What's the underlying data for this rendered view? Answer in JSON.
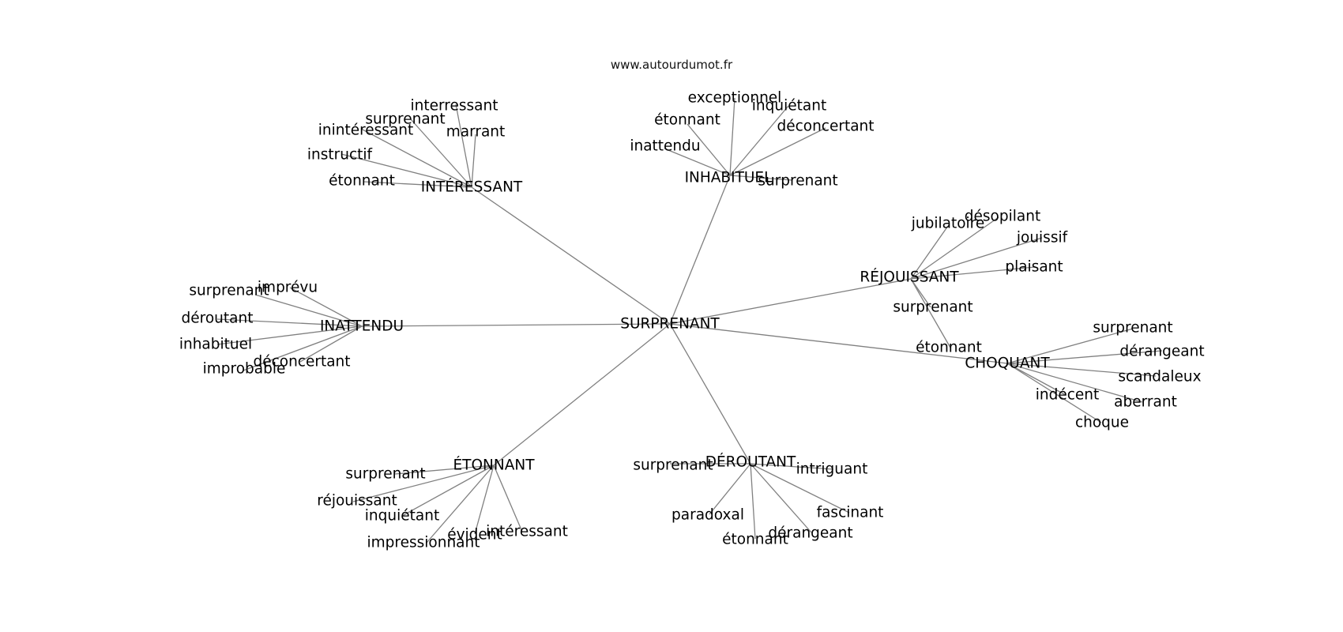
{
  "source_url": "www.autourdumot.fr",
  "center": "SURPRENANT",
  "edge_color": "#808080",
  "text_color": "#000000",
  "groups": [
    {
      "id": "interessant",
      "label": "INTÉRESSANT",
      "leaves": [
        "interressant",
        "surprenant",
        "inintéressant",
        "marrant",
        "instructif",
        "étonnant"
      ]
    },
    {
      "id": "inhabituel",
      "label": "INHABITUEL",
      "leaves": [
        "exceptionnel",
        "inquiétant",
        "étonnant",
        "déconcertant",
        "inattendu",
        "surprenant"
      ]
    },
    {
      "id": "rejouissant",
      "label": "RÉJOUISSANT",
      "leaves": [
        "désopilant",
        "jubilatoire",
        "jouissif",
        "plaisant",
        "surprenant",
        "étonnant"
      ]
    },
    {
      "id": "inattendu",
      "label": "INATTENDU",
      "leaves": [
        "imprévu",
        "surprenant",
        "déroutant",
        "inhabituel",
        "déconcertant",
        "improbable"
      ]
    },
    {
      "id": "choquant",
      "label": "CHOQUANT",
      "leaves": [
        "surprenant",
        "dérangeant",
        "scandaleux",
        "indécent",
        "aberrant",
        "choque"
      ]
    },
    {
      "id": "etonnant",
      "label": "ÉTONNANT",
      "leaves": [
        "surprenant",
        "réjouissant",
        "inquiétant",
        "impressionnant",
        "évident",
        "intéressant"
      ]
    },
    {
      "id": "deroutant",
      "label": "DÉROUTANT",
      "leaves": [
        "surprenant",
        "intriguant",
        "fascinant",
        "paradoxal",
        "dérangeant",
        "étonnant"
      ]
    }
  ]
}
